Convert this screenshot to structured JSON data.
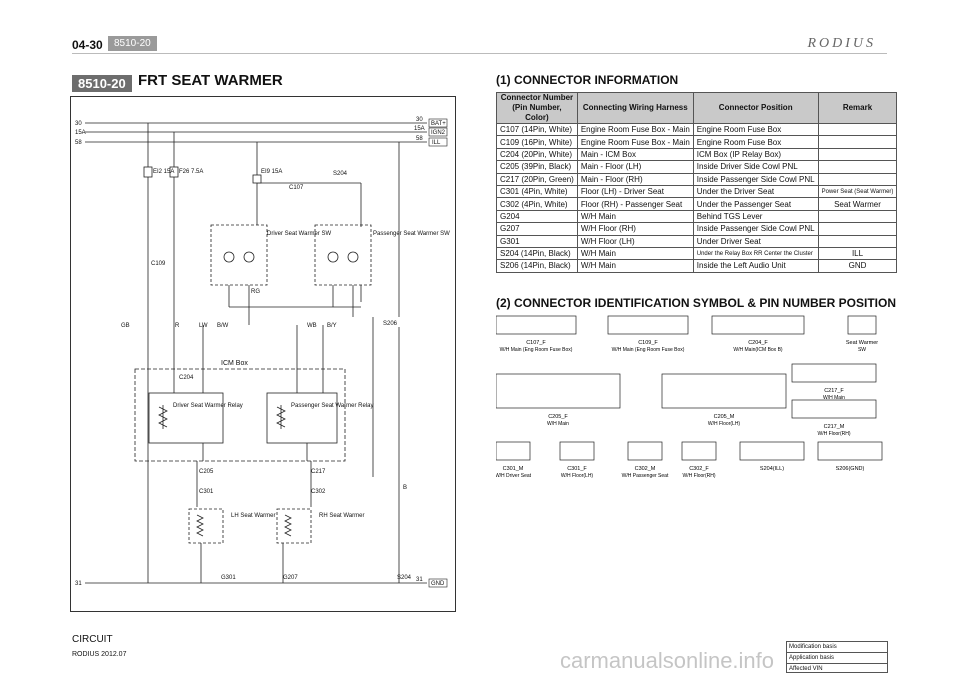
{
  "header": {
    "page_number": "04-30",
    "section_tag": "8510-20",
    "brand": "RODIUS"
  },
  "section": {
    "number": "8510-20",
    "title": "FRT SEAT WARMER"
  },
  "schematic": {
    "rails": [
      {
        "left": "30",
        "right": "30",
        "badge": "BAT+"
      },
      {
        "left": "15A",
        "right": "15A",
        "badge": "IGN2"
      },
      {
        "left": "58",
        "right": "58",
        "badge": "ILL"
      }
    ],
    "ground_rail": {
      "left": "31",
      "right": "31",
      "badge": "GND"
    },
    "fuses": [
      "EI2\n15A",
      "F26\n7.5A",
      "EI9\n15A"
    ],
    "connectors": [
      "C109",
      "C107",
      "S204",
      "C204",
      "C205",
      "C301",
      "C217",
      "C302",
      "S206"
    ],
    "switches": [
      "Driver\nSeat\nWarmer\nSW",
      "Passenger\nSeat\nWarmer\nSW"
    ],
    "icm_box": "ICM Box",
    "relays": [
      "Driver\nSeat\nWarmer\nRelay",
      "Passenger\nSeat\nWarmer\nRelay"
    ],
    "warmers": [
      "LH\nSeat\nWarmer",
      "RH\nSeat\nWarmer"
    ],
    "grounds": [
      "G301",
      "G207",
      "S204"
    ],
    "wire_colors": [
      "GB",
      "R",
      "LW",
      "B/W",
      "WB",
      "B/Y",
      "RG",
      "B"
    ]
  },
  "connector_info": {
    "title": "(1) CONNECTOR INFORMATION",
    "columns": [
      "Connector Number\n(Pin Number, Color)",
      "Connecting Wiring\nHarness",
      "Connector Position",
      "Remark"
    ],
    "rows": [
      [
        "C107 (14Pin, White)",
        "Engine Room Fuse Box - Main",
        "Engine Room Fuse Box",
        ""
      ],
      [
        "C109 (16Pin, White)",
        "Engine Room Fuse Box - Main",
        "Engine Room Fuse Box",
        ""
      ],
      [
        "C204 (20Pin, White)",
        "Main - ICM Box",
        "ICM Box (IP Relay Box)",
        ""
      ],
      [
        "C205 (39Pin, Black)",
        "Main - Floor (LH)",
        "Inside Driver Side Cowl PNL",
        ""
      ],
      [
        "C217 (20Pin, Green)",
        "Main - Floor (RH)",
        "Inside Passenger Side Cowl PNL",
        ""
      ],
      [
        "C301 (4Pin, White)",
        "Floor (LH) - Driver Seat",
        "Under the Driver Seat",
        "Power Seat (Seat Warmer)"
      ],
      [
        "C302 (4Pin, White)",
        "Floor (RH) - Passenger Seat",
        "Under the Passenger Seat",
        "Seat Warmer"
      ],
      [
        "G204",
        "W/H Main",
        "Behind TGS Lever",
        ""
      ],
      [
        "G207",
        "W/H Floor (RH)",
        "Inside Passenger Side Cowl PNL",
        ""
      ],
      [
        "G301",
        "W/H Floor (LH)",
        "Under Driver Seat",
        ""
      ],
      [
        "S204 (14Pin, Black)",
        "W/H Main",
        "Under the Relay Box RR Center the Cluster",
        "ILL"
      ],
      [
        "S206 (14Pin, Black)",
        "W/H Main",
        "Inside the Left Audio Unit",
        "GND"
      ]
    ]
  },
  "pin_section": {
    "title": "(2) CONNECTOR IDENTIFICATION SYMBOL & PIN NUMBER POSITION",
    "connectors": [
      {
        "name": "C107_F",
        "sub": "W/H Main\n(Eng Room Fuse Box)"
      },
      {
        "name": "C109_F",
        "sub": "W/H Main\n(Eng Room Fuse Box)"
      },
      {
        "name": "C204_F",
        "sub": "W/H Main(ICM Box B)"
      },
      {
        "name": "Seat Warmer",
        "sub": "SW"
      },
      {
        "name": "C205_F",
        "sub": "W/H Main"
      },
      {
        "name": "C205_M",
        "sub": "W/H Floor(LH)"
      },
      {
        "name": "C217_F",
        "sub": "W/H Main"
      },
      {
        "name": "C217_M",
        "sub": "W/H Floor(RH)"
      },
      {
        "name": "C301_M",
        "sub": "W/H Driver Seat"
      },
      {
        "name": "C301_F",
        "sub": "W/H Floor(LH)"
      },
      {
        "name": "C302_M",
        "sub": "W/H Passenger Seat"
      },
      {
        "name": "C302_F",
        "sub": "W/H Floor(RH)"
      },
      {
        "name": "S204(ILL)",
        "sub": ""
      },
      {
        "name": "S206(GND)",
        "sub": ""
      }
    ]
  },
  "footer": {
    "label": "CIRCUIT",
    "version": "RODIUS 2012.07",
    "mod_rows": [
      "Modification basis",
      "Application basis",
      "Affected VIN"
    ],
    "watermark": "carmanualsonline.info"
  }
}
